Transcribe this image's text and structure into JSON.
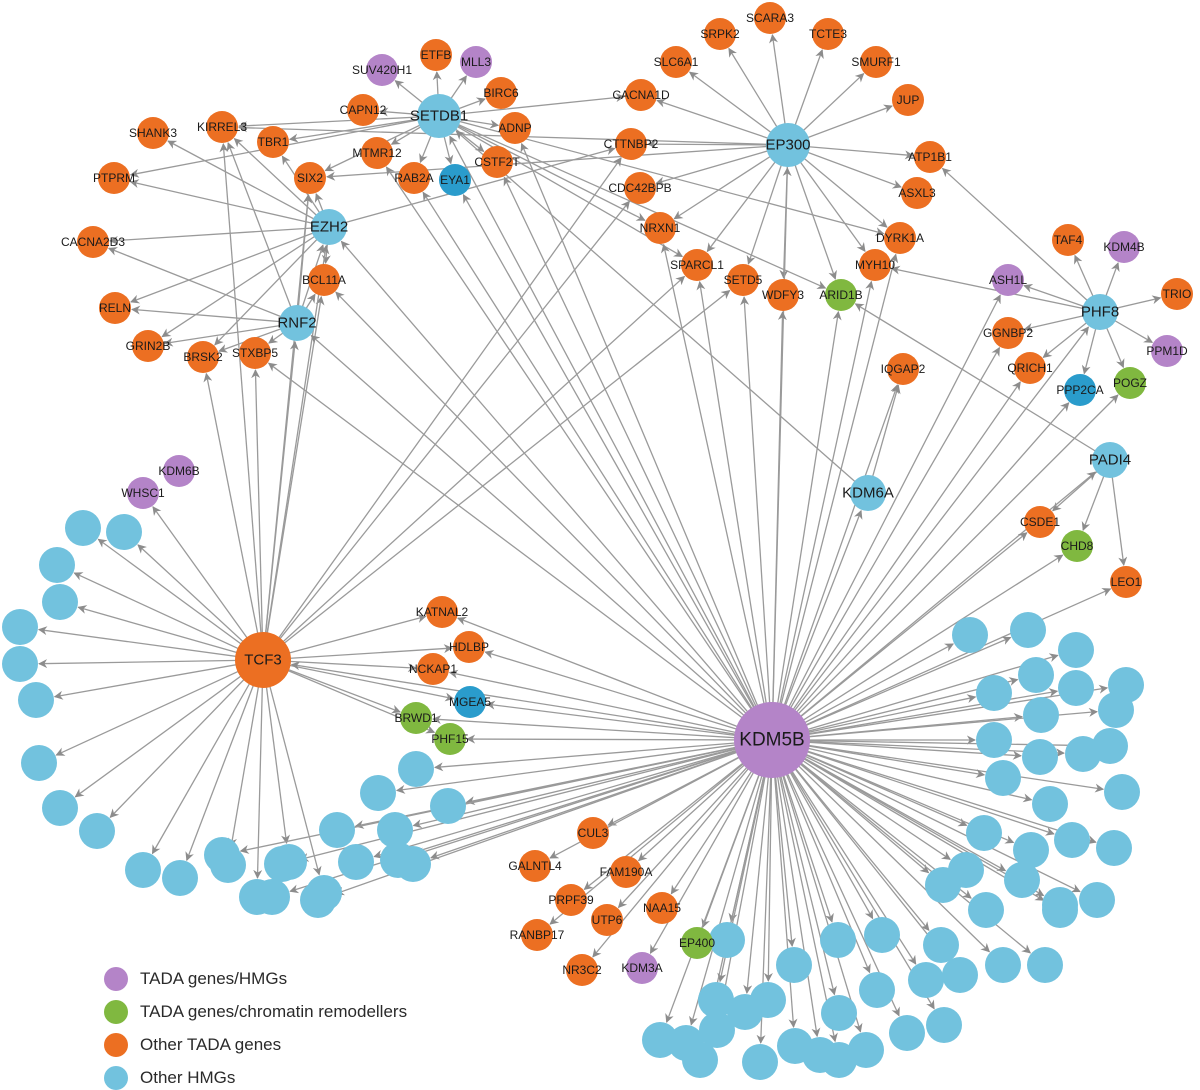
{
  "colors": {
    "tada_hmg": "#b484c8",
    "tada_remodeller": "#80b840",
    "other_tada": "#ec6f22",
    "other_hmg": "#72c2de",
    "other_hmg_dark": "#2a9ccc",
    "edge": "#9a9a9a"
  },
  "legend": [
    {
      "label": "TADA genes/HMGs",
      "category": "tada_hmg"
    },
    {
      "label": "TADA genes/chromatin remodellers",
      "category": "tada_remodeller"
    },
    {
      "label": "Other TADA genes",
      "category": "other_tada"
    },
    {
      "label": "Other HMGs",
      "category": "other_hmg"
    }
  ],
  "hubs": [
    "KDM5B",
    "TCF3",
    "SETDB1",
    "EP300",
    "EZH2",
    "RNF2",
    "PHF8",
    "PADI4",
    "KDM6A"
  ],
  "nodes": [
    {
      "id": "KDM5B",
      "cat": "tada_hmg"
    },
    {
      "id": "TCF3",
      "cat": "other_tada"
    },
    {
      "id": "SETDB1",
      "cat": "other_hmg"
    },
    {
      "id": "EP300",
      "cat": "other_hmg"
    },
    {
      "id": "EZH2",
      "cat": "other_hmg"
    },
    {
      "id": "RNF2",
      "cat": "other_hmg"
    },
    {
      "id": "PHF8",
      "cat": "other_hmg"
    },
    {
      "id": "PADI4",
      "cat": "other_hmg"
    },
    {
      "id": "KDM6A",
      "cat": "other_hmg"
    },
    {
      "id": "SUV420H1",
      "cat": "tada_hmg"
    },
    {
      "id": "ETFB",
      "cat": "other_tada"
    },
    {
      "id": "MLL3",
      "cat": "tada_hmg"
    },
    {
      "id": "BIRC6",
      "cat": "other_tada"
    },
    {
      "id": "CAPN12",
      "cat": "other_tada"
    },
    {
      "id": "ADNP",
      "cat": "other_tada"
    },
    {
      "id": "MTMR12",
      "cat": "other_tada"
    },
    {
      "id": "CSTF2T",
      "cat": "other_tada"
    },
    {
      "id": "RAB2A",
      "cat": "other_tada"
    },
    {
      "id": "EYA1",
      "cat": "other_hmg_dark"
    },
    {
      "id": "SIX2",
      "cat": "other_tada"
    },
    {
      "id": "TBR1",
      "cat": "other_tada"
    },
    {
      "id": "KIRREL3",
      "cat": "other_tada"
    },
    {
      "id": "SHANK3",
      "cat": "other_tada"
    },
    {
      "id": "PTPRM",
      "cat": "other_tada"
    },
    {
      "id": "CACNA2D3",
      "cat": "other_tada"
    },
    {
      "id": "BCL11A",
      "cat": "other_tada"
    },
    {
      "id": "RELN",
      "cat": "other_tada"
    },
    {
      "id": "GRIN2B",
      "cat": "other_tada"
    },
    {
      "id": "BRSK2",
      "cat": "other_tada"
    },
    {
      "id": "STXBP5",
      "cat": "other_tada"
    },
    {
      "id": "SCARA3",
      "cat": "other_tada"
    },
    {
      "id": "SRPK2",
      "cat": "other_tada"
    },
    {
      "id": "TCTE3",
      "cat": "other_tada"
    },
    {
      "id": "SLC6A1",
      "cat": "other_tada"
    },
    {
      "id": "SMURF1",
      "cat": "other_tada"
    },
    {
      "id": "CACNA1D",
      "cat": "other_tada"
    },
    {
      "id": "JUP",
      "cat": "other_tada"
    },
    {
      "id": "CTTNBP2",
      "cat": "other_tada"
    },
    {
      "id": "ATP1B1",
      "cat": "other_tada"
    },
    {
      "id": "CDC42BPB",
      "cat": "other_tada"
    },
    {
      "id": "ASXL3",
      "cat": "other_tada"
    },
    {
      "id": "NRXN1",
      "cat": "other_tada"
    },
    {
      "id": "DYRK1A",
      "cat": "other_tada"
    },
    {
      "id": "SPARCL1",
      "cat": "other_tada"
    },
    {
      "id": "MYH10",
      "cat": "other_tada"
    },
    {
      "id": "SETD5",
      "cat": "other_tada"
    },
    {
      "id": "WDFY3",
      "cat": "other_tada"
    },
    {
      "id": "ARID1B",
      "cat": "tada_remodeller"
    },
    {
      "id": "IQGAP2",
      "cat": "other_tada"
    },
    {
      "id": "TAF4",
      "cat": "other_tada"
    },
    {
      "id": "KDM4B",
      "cat": "tada_hmg"
    },
    {
      "id": "ASH1L",
      "cat": "tada_hmg"
    },
    {
      "id": "TRIO",
      "cat": "other_tada"
    },
    {
      "id": "GGNBP2",
      "cat": "other_tada"
    },
    {
      "id": "PPM1D",
      "cat": "tada_hmg"
    },
    {
      "id": "QRICH1",
      "cat": "other_tada"
    },
    {
      "id": "PPP2CA",
      "cat": "other_hmg_dark"
    },
    {
      "id": "POGZ",
      "cat": "tada_remodeller"
    },
    {
      "id": "CSDE1",
      "cat": "other_tada"
    },
    {
      "id": "CHD8",
      "cat": "tada_remodeller"
    },
    {
      "id": "LEO1",
      "cat": "other_tada"
    },
    {
      "id": "KDM6B",
      "cat": "tada_hmg"
    },
    {
      "id": "WHSC1",
      "cat": "tada_hmg"
    },
    {
      "id": "KATNAL2",
      "cat": "other_tada"
    },
    {
      "id": "HDLBP",
      "cat": "other_tada"
    },
    {
      "id": "NCKAP1",
      "cat": "other_tada"
    },
    {
      "id": "MGEA5",
      "cat": "other_hmg_dark"
    },
    {
      "id": "BRWD1",
      "cat": "tada_remodeller"
    },
    {
      "id": "PHF15",
      "cat": "tada_remodeller"
    },
    {
      "id": "CUL3",
      "cat": "other_tada"
    },
    {
      "id": "GALNTL4",
      "cat": "other_tada"
    },
    {
      "id": "FAM190A",
      "cat": "other_tada"
    },
    {
      "id": "PRPF39",
      "cat": "other_tada"
    },
    {
      "id": "NAA15",
      "cat": "other_tada"
    },
    {
      "id": "UTP6",
      "cat": "other_tada"
    },
    {
      "id": "RANBP17",
      "cat": "other_tada"
    },
    {
      "id": "EP400",
      "cat": "tada_remodeller"
    },
    {
      "id": "NR3C2",
      "cat": "other_tada"
    },
    {
      "id": "KDM3A",
      "cat": "tada_hmg"
    }
  ],
  "unlabeled_hmg_count": 98
}
